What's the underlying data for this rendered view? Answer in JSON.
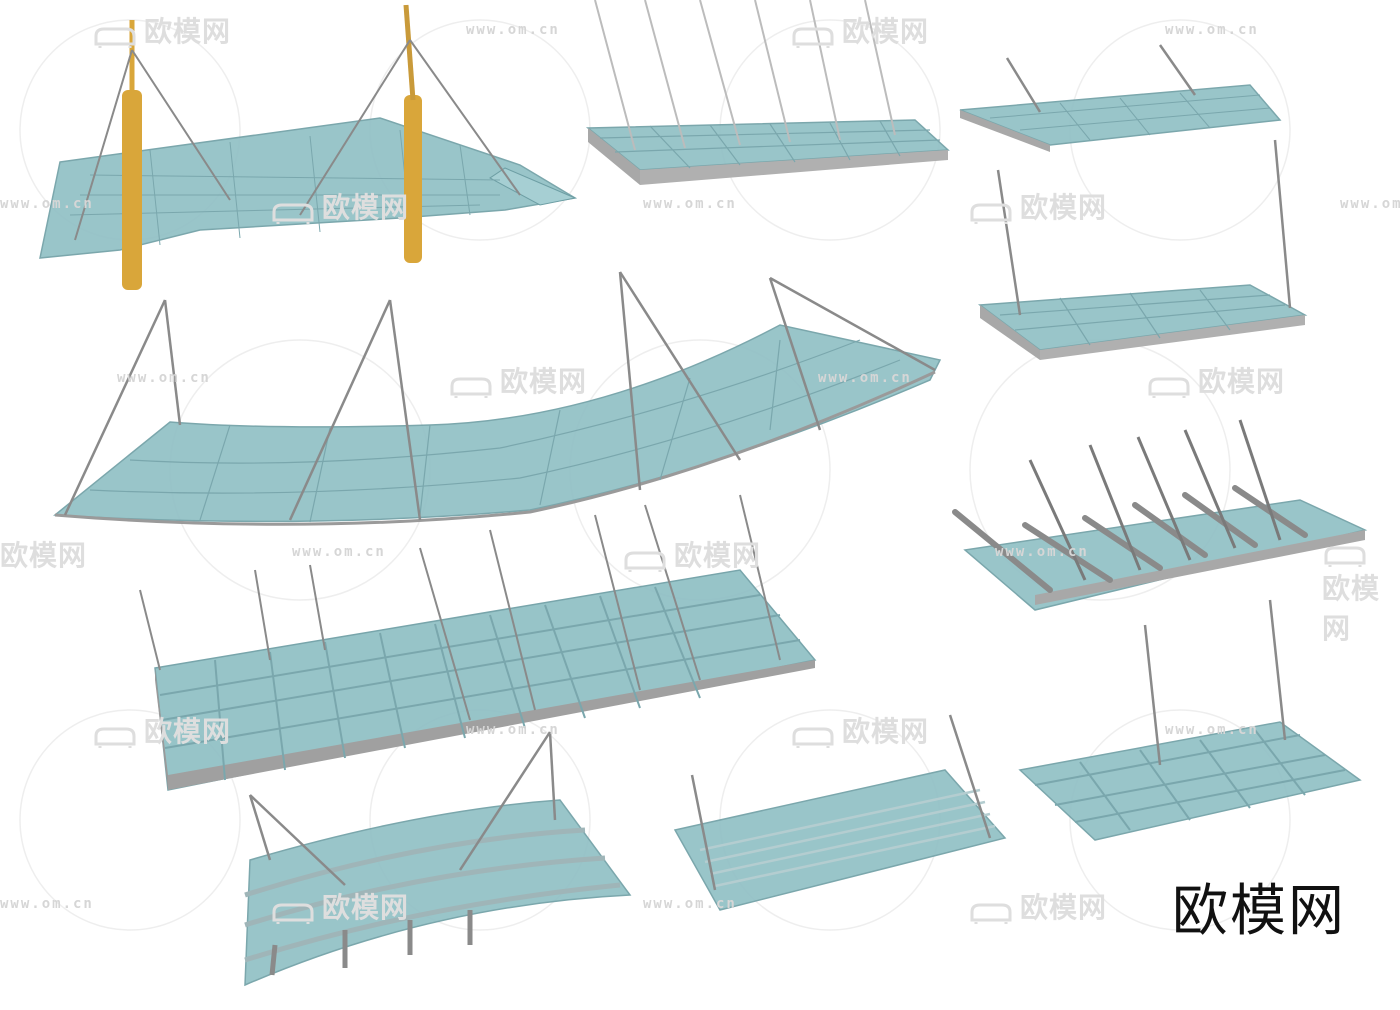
{
  "watermarks": {
    "url": "www.om.cn",
    "brand": "欧模网"
  },
  "logo": {
    "text": "欧模网"
  },
  "colors": {
    "glass_fill": "#8fbfc4",
    "glass_edge": "#6d9ea4",
    "frame": "#9a9a9a",
    "rod": "#8a8a8a",
    "column": "#d9a63a",
    "logo": "#111111"
  },
  "canopies": [
    {
      "name": "canopy-mast-tension",
      "icon": "glass-canopy-icon"
    },
    {
      "name": "canopy-suspended-rods",
      "icon": "glass-canopy-icon"
    },
    {
      "name": "canopy-top-right-small",
      "icon": "glass-canopy-icon"
    },
    {
      "name": "canopy-wall-hanging",
      "icon": "glass-canopy-icon"
    },
    {
      "name": "canopy-curved-long",
      "icon": "glass-canopy-icon"
    },
    {
      "name": "canopy-beam-supported",
      "icon": "glass-canopy-icon"
    },
    {
      "name": "canopy-large-flat",
      "icon": "glass-canopy-icon"
    },
    {
      "name": "canopy-bottom-right",
      "icon": "glass-canopy-icon"
    },
    {
      "name": "canopy-curved-small",
      "icon": "glass-canopy-icon"
    },
    {
      "name": "canopy-plain-panel",
      "icon": "glass-canopy-icon"
    }
  ]
}
